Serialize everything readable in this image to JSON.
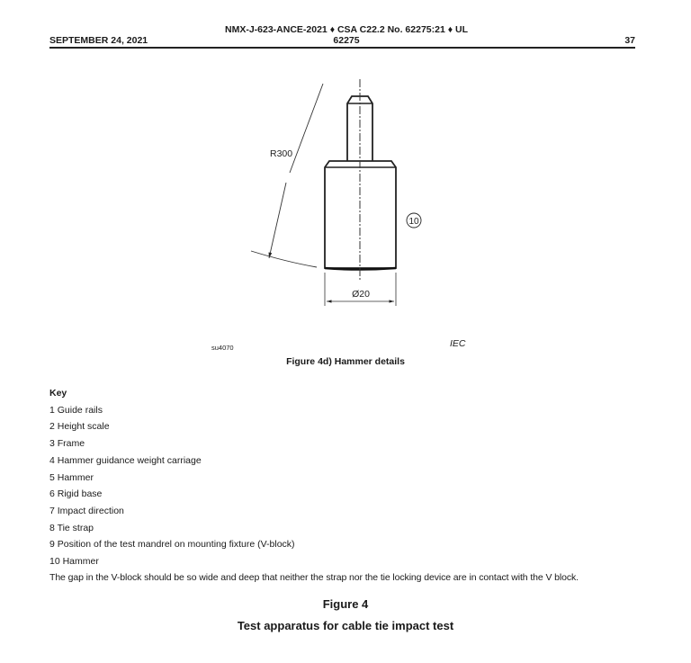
{
  "header": {
    "date": "SEPTEMBER 24, 2021",
    "standard_line1": "NMX-J-623-ANCE-2021 ♦ CSA C22.2 No. 62275:21 ♦ UL",
    "standard_line2": "62275",
    "page_number": "37"
  },
  "drawing": {
    "radius_label": "R300",
    "diameter_label": "Ø20",
    "callout_label": "10",
    "drawing_code": "su4070",
    "source_label": "IEC"
  },
  "subfigure_caption": "Figure 4d) Hammer details",
  "key": {
    "title": "Key",
    "items": [
      "1 Guide rails",
      "2 Height scale",
      "3 Frame",
      "4 Hammer guidance weight carriage",
      "5 Hammer",
      "6 Rigid base",
      "7 Impact direction",
      "8 Tie strap",
      "9 Position of the test mandrel on mounting fixture (V-block)",
      "10 Hammer"
    ]
  },
  "note": "The gap in the V-block should be so wide and deep that neither the strap nor the tie locking device are in contact with the V block.",
  "figure": {
    "number": "Figure 4",
    "title": "Test apparatus for cable tie impact test"
  }
}
